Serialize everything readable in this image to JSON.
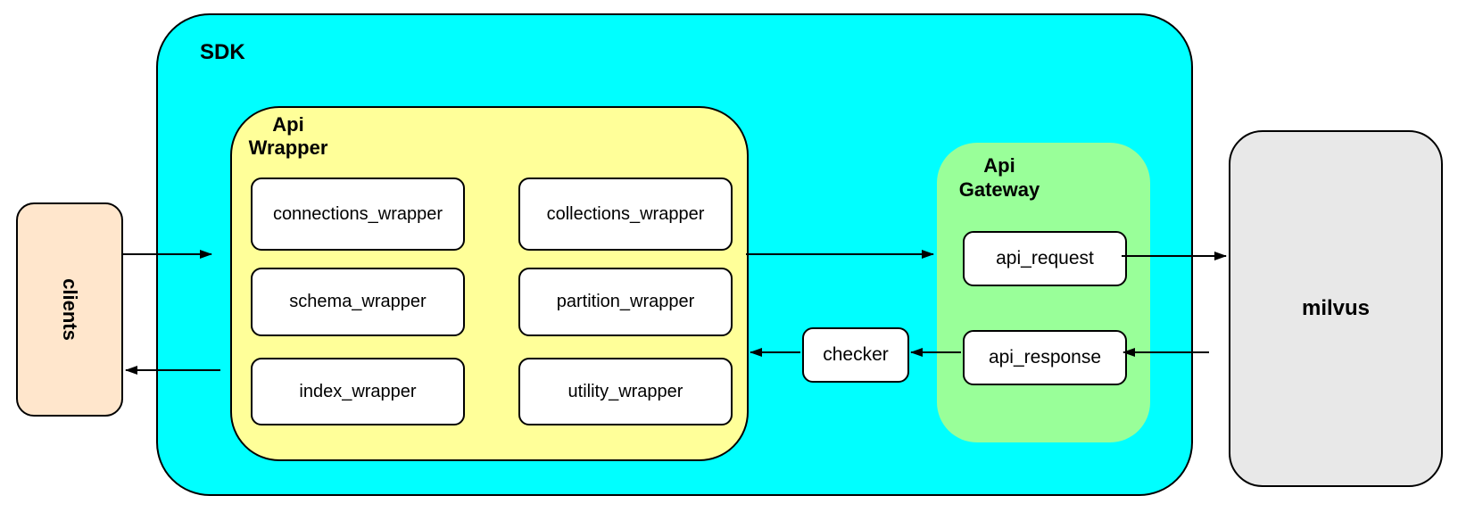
{
  "diagram": {
    "clients": {
      "label": "clients"
    },
    "sdk": {
      "label": "SDK",
      "api_wrapper": {
        "label_lines": [
          "Api",
          "Wrapper"
        ],
        "modules": [
          "connections_wrapper",
          "collections_wrapper",
          "schema_wrapper",
          "partition_wrapper",
          "index_wrapper",
          "utility_wrapper"
        ]
      },
      "checker": {
        "label": "checker"
      },
      "api_gateway": {
        "label_lines": [
          "Api",
          "Gateway"
        ],
        "nodes": [
          "api_request",
          "api_response"
        ]
      }
    },
    "milvus": {
      "label": "milvus"
    },
    "colors": {
      "sdk_fill": "#00FFFF",
      "api_wrapper_fill": "#FFFF99",
      "api_gateway_fill": "#99FF99",
      "clients_fill": "#FFE6CC",
      "milvus_fill": "#E8E8E8",
      "node_fill": "#FFFFFF",
      "line": "#000000"
    }
  }
}
